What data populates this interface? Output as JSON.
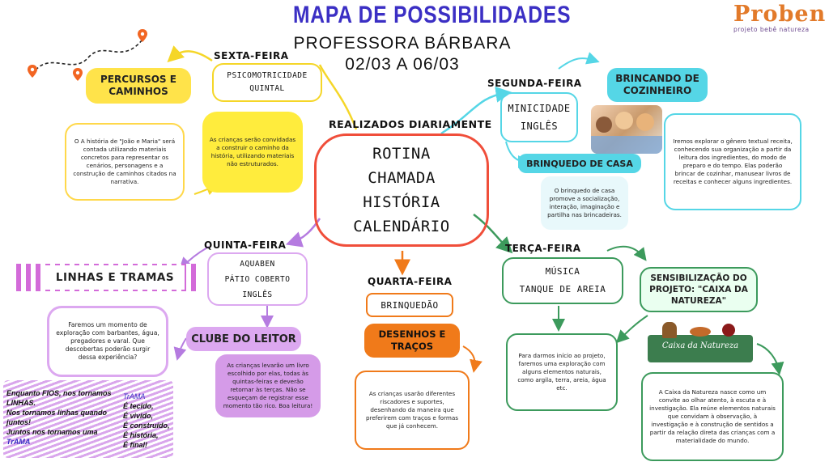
{
  "header": {
    "title": "MAPA DE POSSIBILIDADES",
    "teacher": "PROFESSORA BÁRBARA",
    "dates": "02/03 A 06/03"
  },
  "logo": {
    "name": "Proben",
    "tagline": "projeto bebê natureza"
  },
  "center": {
    "label": "REALIZADOS DIARIAMENTE",
    "items": [
      "ROTINA",
      "CHAMADA",
      "HISTÓRIA",
      "CALENDÁRIO"
    ]
  },
  "segunda": {
    "day": "SEGUNDA-FEIRA",
    "activities": [
      "MINICIDADE",
      "INGLÊS"
    ],
    "cozinheiro_title": "BRINCANDO DE COZINHEIRO",
    "cozinheiro_text": "Iremos explorar o gênero textual receita, conhecendo sua organização a partir da leitura dos ingredientes, do modo de preparo e do tempo. Elas poderão brincar de cozinhar, manusear livros de receitas e conhecer alguns ingredientes.",
    "brinquedo_title": "BRINQUEDO DE CASA",
    "brinquedo_text": "O brinquedo de casa promove a socialização, interação, imaginação e partilha nas brincadeiras."
  },
  "terca": {
    "day": "TERÇA-FEIRA",
    "activities": [
      "MÚSICA",
      "TANQUE DE AREIA"
    ],
    "activity_text": "Para darmos início ao projeto, faremos uma exploração com alguns elementos naturais, como argila, terra, areia, água etc.",
    "projeto_title": "SENSIBILIZAÇÃO DO PROJETO: \"CAIXA DA NATUREZA\"",
    "caixa_label": "Caixa da Natureza",
    "projeto_text": "A Caixa da Natureza nasce como um convite ao olhar atento, à escuta e à investigação. Ela reúne elementos naturais que convidam à observação, à investigação e à construção de sentidos a partir da relação direta das crianças com a materialidade do mundo."
  },
  "quarta": {
    "day": "QUARTA-FEIRA",
    "activity": "BRINQUEDÃO",
    "desenhos_title": "DESENHOS E TRAÇOS",
    "desenhos_text": "As crianças usarão diferentes riscadores e suportes, desenhando da maneira que preferirem com traços e formas que já conhecem."
  },
  "quinta": {
    "day": "QUINTA-FEIRA",
    "activities": [
      "AQUABEN",
      "PÁTIO COBERTO",
      "INGLÊS"
    ],
    "linhas_title": "LINHAS E TRAMAS",
    "linhas_text": "Faremos um momento de exploração com barbantes, água, pregadores e varal. Que descobertas poderão surgir dessa experiência?",
    "clube_title": "CLUBE DO LEITOR",
    "clube_text": "As crianças levarão um livro escolhido por elas, todas às quintas-feiras e deverão retornar às terças. Não se esqueçam de registrar esse momento tão rico. Boa leitura!",
    "poem_left": [
      "Enquanto FIOS, nos tornamos",
      "LINHAS.",
      "Nos tornamos linhas quando",
      "juntos!",
      "Juntos nos tornamos uma"
    ],
    "poem_left_end": "TrAMA",
    "poem_right_head": "TrAMA",
    "poem_right": [
      "É tecido,",
      "É vivido,",
      "É construído,",
      "É história,",
      "É final!"
    ]
  },
  "sexta": {
    "day": "SEXTA-FEIRA",
    "activities": [
      "PSICOMOTRICIDADE",
      "QUINTAL"
    ],
    "percursos_title": "PERCURSOS E CAMINHOS",
    "percursos_text": "O A história de \"João e Maria\" será contada utilizando materiais concretos para representar os cenários, personagens e a construção de caminhos citados na narrativa.",
    "sexta_text": "As crianças serão convidadas a construir o caminho da história, utilizando materiais não estruturados."
  },
  "colors": {
    "title": "#3b2fc4",
    "yellow": "#ffe34a",
    "teal": "#55d6e6",
    "green": "#3c9a5c",
    "orange": "#f07a1a",
    "purple": "#b57be0",
    "lilac": "#dca8f0"
  }
}
